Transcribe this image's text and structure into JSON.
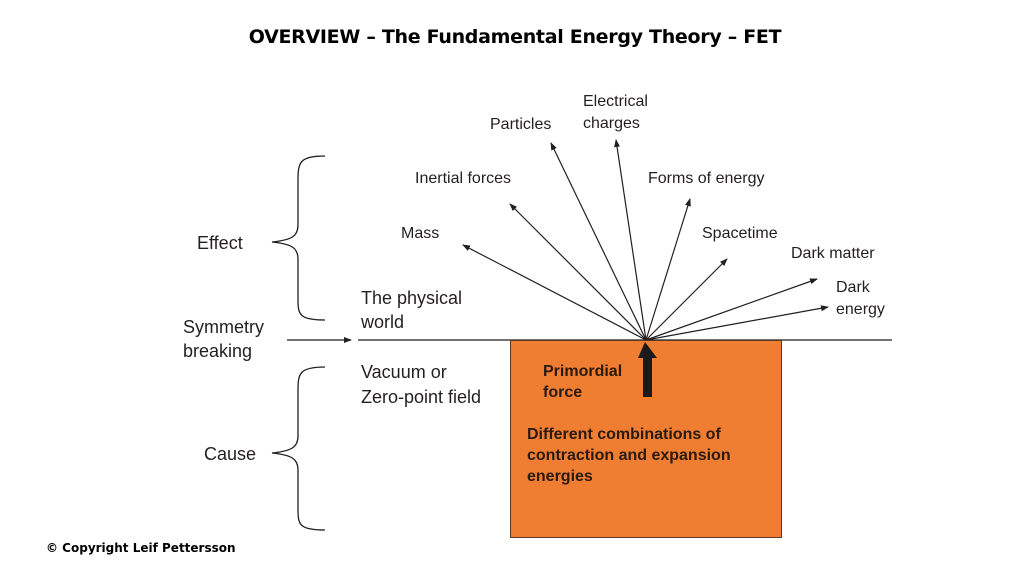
{
  "title": "OVERVIEW – The Fundamental Energy Theory – FET",
  "left_labels": {
    "effect": "Effect",
    "symmetry_breaking_line1": "Symmetry",
    "symmetry_breaking_line2": "breaking",
    "cause": "Cause"
  },
  "middle_labels": {
    "physical_world_line1": "The physical",
    "physical_world_line2": "world",
    "vacuum_line1": "Vacuum or",
    "vacuum_line2": "Zero-point field"
  },
  "effects": [
    {
      "line1": "Mass",
      "line2": ""
    },
    {
      "line1": "Inertial forces",
      "line2": ""
    },
    {
      "line1": "Particles",
      "line2": ""
    },
    {
      "line1": "Electrical",
      "line2": "charges"
    },
    {
      "line1": "Forms of energy",
      "line2": ""
    },
    {
      "line1": "Spacetime",
      "line2": ""
    },
    {
      "line1": "Dark matter",
      "line2": ""
    },
    {
      "line1": "Dark",
      "line2": "energy"
    }
  ],
  "cause_box": {
    "primordial_line1": "Primordial",
    "primordial_line2": "force",
    "desc_line1": "Different combinations of",
    "desc_line2": "contraction and expansion",
    "desc_line3": "energies",
    "fill_color": "#ef7d32"
  },
  "copyright": "© Copyright Leif Pettersson"
}
